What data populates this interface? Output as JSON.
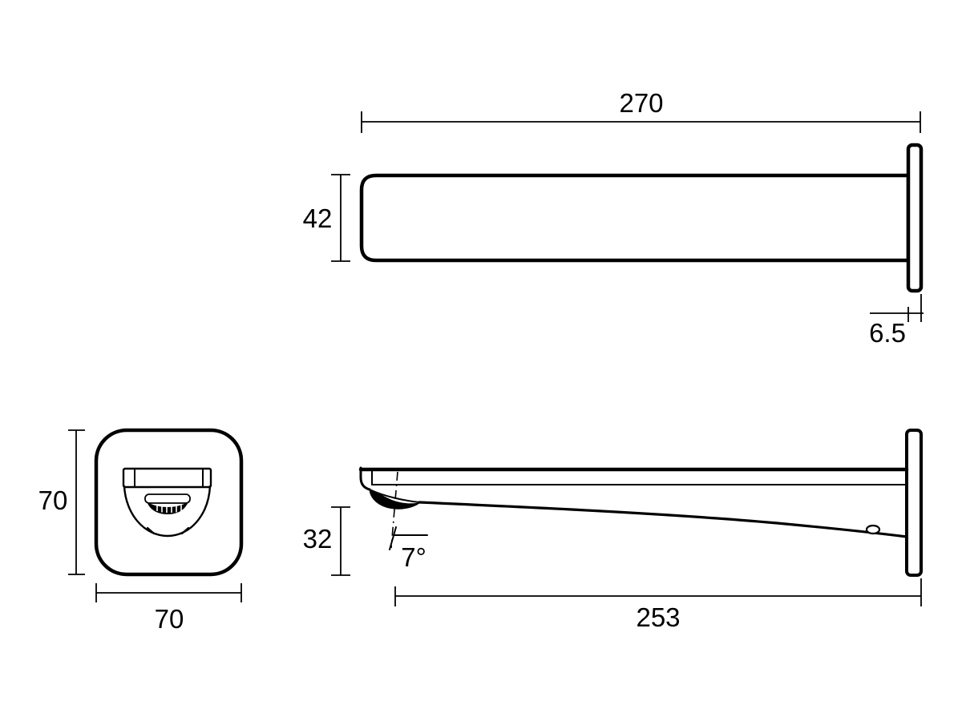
{
  "drawing": {
    "kind": "technical-dimension-drawing",
    "views": {
      "top_view": {
        "overall_length": "270",
        "body_width": "42",
        "wall_plate_thickness": "6.5"
      },
      "front_view": {
        "plate_height": "70",
        "plate_width": "70"
      },
      "side_view": {
        "spout_projection": "253",
        "outlet_drop": "32",
        "outlet_angle": "7°"
      }
    },
    "colors": {
      "line": "#000000",
      "background": "#ffffff"
    }
  }
}
